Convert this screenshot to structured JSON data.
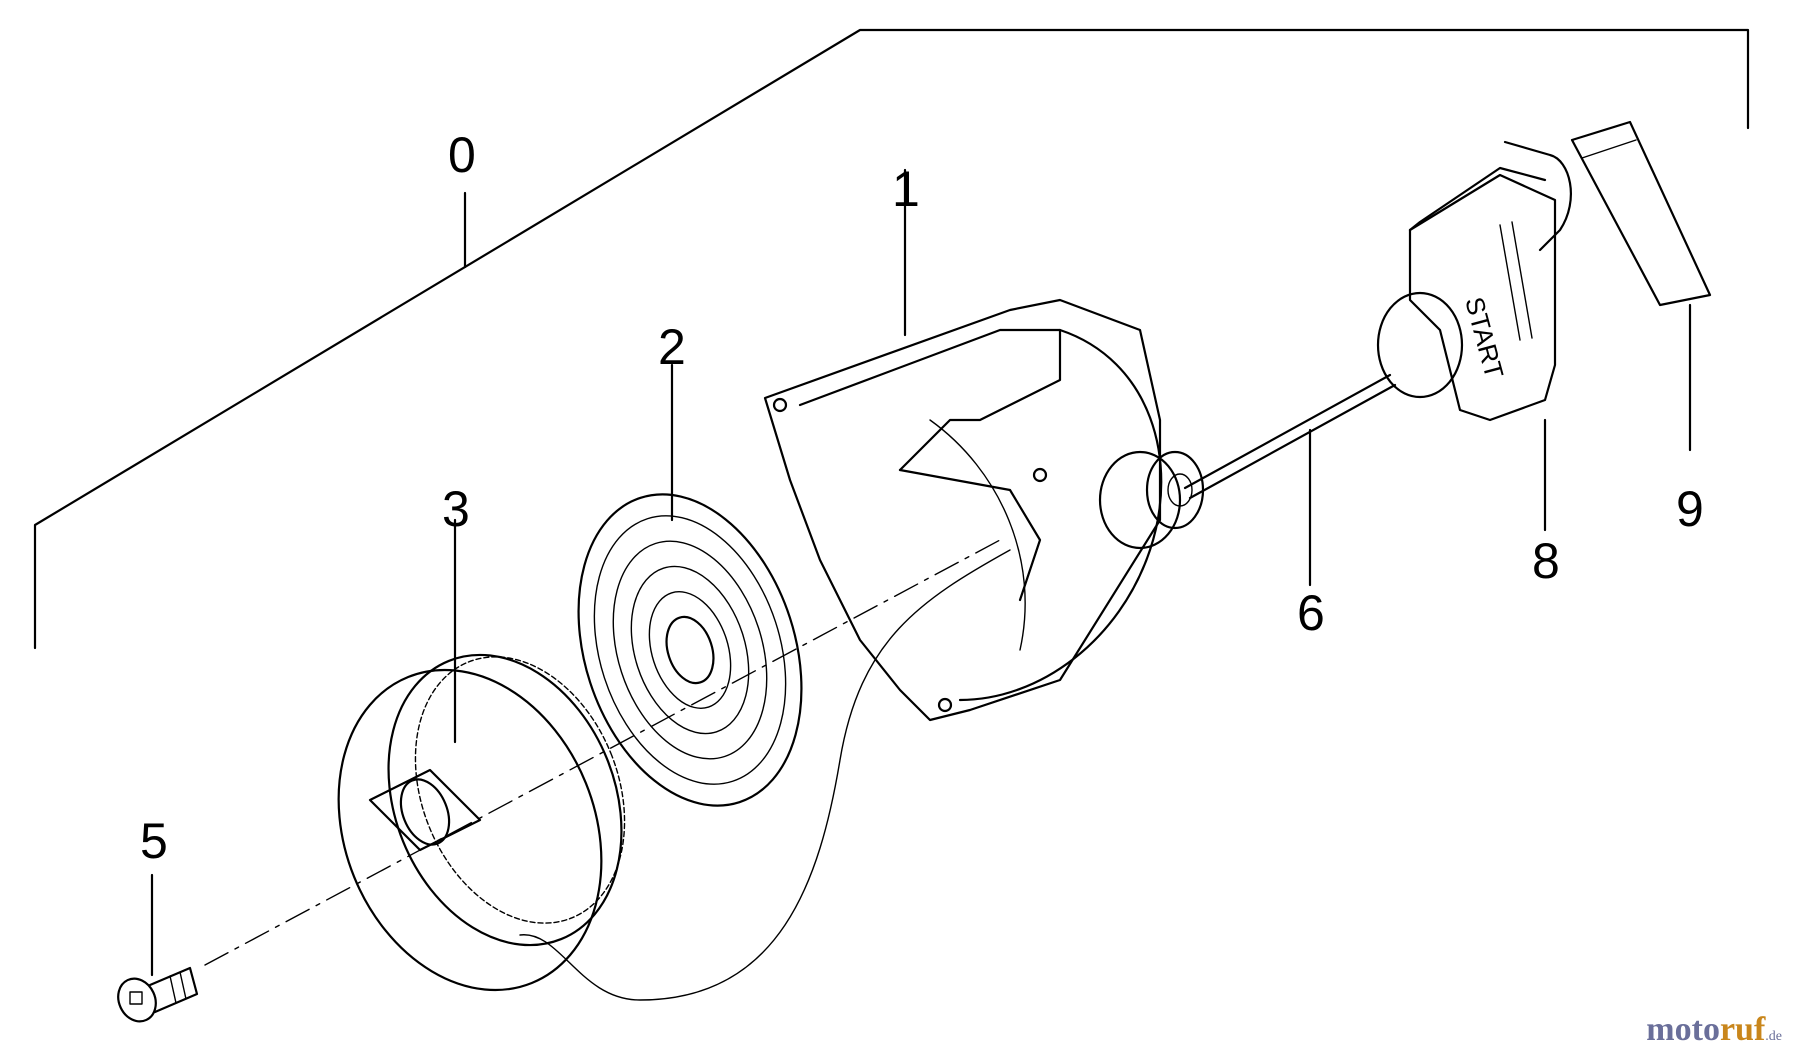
{
  "callouts": {
    "c0": "0",
    "c1": "1",
    "c2": "2",
    "c3": "3",
    "c5": "5",
    "c6": "6",
    "c8": "8",
    "c9": "9"
  },
  "handle_text": "START",
  "watermark": {
    "part_a": "moto",
    "part_b": "ruf",
    "part_c": ".de"
  }
}
